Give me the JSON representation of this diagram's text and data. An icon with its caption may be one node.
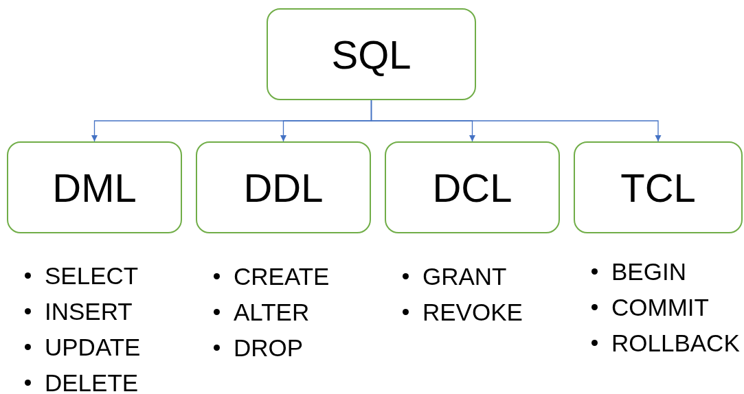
{
  "diagram": {
    "nodes": [
      {
        "text": [
          "SQL"
        ]
      },
      {
        "text": [
          "DML"
        ],
        "beside": [
          "SELECT",
          "INSERT",
          "UPDATE",
          "DELETE"
        ]
      },
      {
        "text": [
          "DDL"
        ],
        "beside": [
          "CREATE",
          "ALTER",
          "DROP"
        ]
      },
      {
        "text": [
          "DCL"
        ],
        "beside": [
          "GRANT",
          "REVOKE"
        ]
      },
      {
        "text": [
          "TCL"
        ],
        "beside": [
          "BEGIN",
          "COMMIT",
          "ROLLBACK"
        ]
      }
    ],
    "edges": [
      {
        "from": 0,
        "to": 1,
        "arrow": "to"
      },
      {
        "from": 0,
        "to": 2,
        "arrow": "to"
      },
      {
        "from": 0,
        "to": 3,
        "arrow": "to"
      },
      {
        "from": 0,
        "to": 4,
        "arrow": "to"
      }
    ]
  }
}
